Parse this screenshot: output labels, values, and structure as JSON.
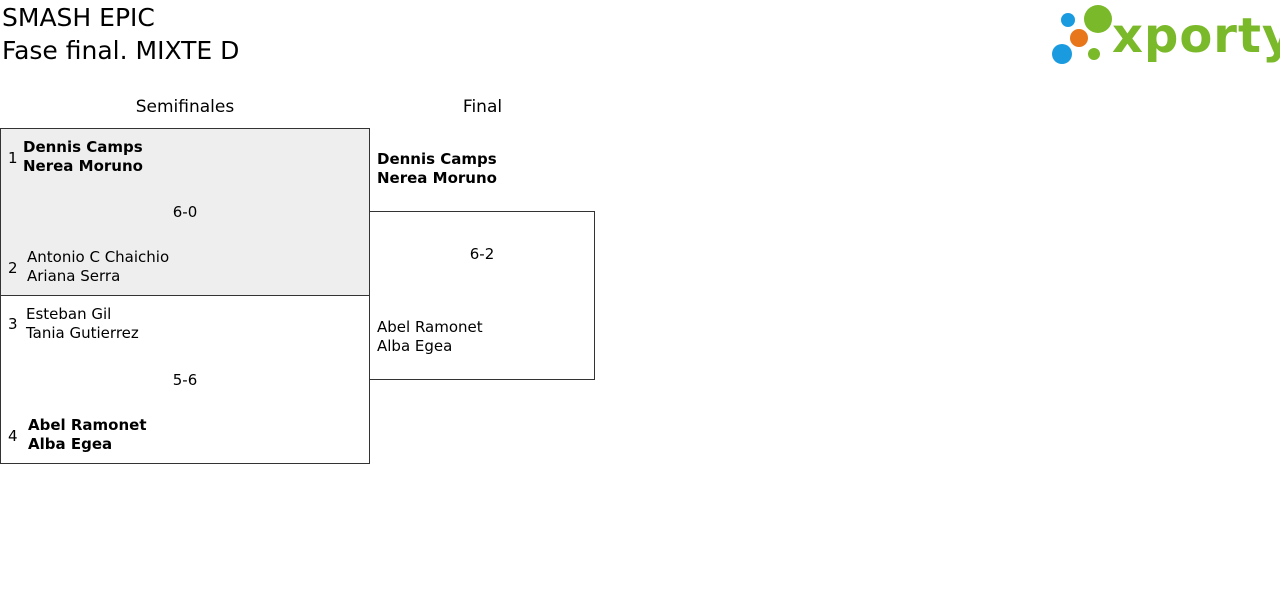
{
  "tournament": {
    "name": "SMASH EPIC",
    "phase": "Fase final. MIXTE D"
  },
  "logo": {
    "text": "xporty",
    "icon": "xporty-dots-logo-icon",
    "colors": {
      "green": "#7ab929",
      "blue": "#1a9be0",
      "orange": "#e8761a"
    }
  },
  "rounds": {
    "semis": "Semifinales",
    "final": "Final"
  },
  "colors": {
    "highlight_bg": "#eeeeee",
    "border": "#333333"
  },
  "semifinals": [
    {
      "score": "6-0",
      "highlighted": true,
      "top": {
        "seed": "1",
        "player1": "Dennis Camps",
        "player2": "Nerea Moruno",
        "winner": true
      },
      "bottom": {
        "seed": "2",
        "player1": "Antonio C Chaichio",
        "player2": "Ariana Serra",
        "winner": false
      }
    },
    {
      "score": "5-6",
      "highlighted": false,
      "top": {
        "seed": "3",
        "player1": "Esteban Gil",
        "player2": "Tania Gutierrez",
        "winner": false
      },
      "bottom": {
        "seed": "4",
        "player1": "Abel Ramonet",
        "player2": "Alba Egea",
        "winner": true
      }
    }
  ],
  "final": {
    "score": "6-2",
    "top": {
      "player1": "Dennis Camps",
      "player2": "Nerea Moruno"
    },
    "bottom": {
      "player1": "Abel Ramonet",
      "player2": "Alba Egea"
    }
  }
}
